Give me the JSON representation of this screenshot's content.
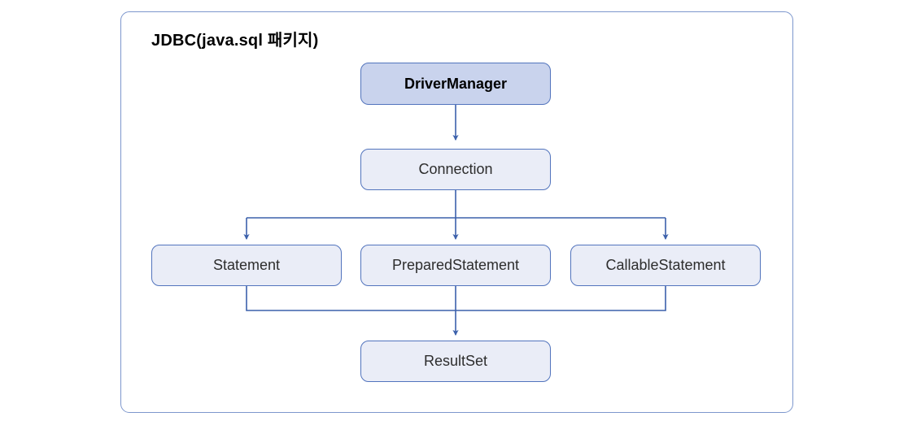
{
  "diagram": {
    "title": "JDBC(java.sql 패키지)",
    "nodes": [
      {
        "id": "driver-manager",
        "label": "DriverManager",
        "emphasis": true
      },
      {
        "id": "connection",
        "label": "Connection",
        "emphasis": false
      },
      {
        "id": "statement",
        "label": "Statement",
        "emphasis": false
      },
      {
        "id": "prepared-statement",
        "label": "PreparedStatement",
        "emphasis": false
      },
      {
        "id": "callable-statement",
        "label": "CallableStatement",
        "emphasis": false
      },
      {
        "id": "result-set",
        "label": "ResultSet",
        "emphasis": false
      }
    ],
    "edges": [
      {
        "from": "DriverManager",
        "to": "Connection"
      },
      {
        "from": "Connection",
        "to": "Statement"
      },
      {
        "from": "Connection",
        "to": "PreparedStatement"
      },
      {
        "from": "Connection",
        "to": "CallableStatement"
      },
      {
        "from": "Statement",
        "to": "ResultSet"
      },
      {
        "from": "PreparedStatement",
        "to": "ResultSet"
      },
      {
        "from": "CallableStatement",
        "to": "ResultSet"
      }
    ],
    "colors": {
      "container_border": "#7d97cd",
      "node_border": "#5274bd",
      "node_fill": "#eaedf7",
      "root_node_fill": "#c9d3ed",
      "connector": "#3c61ab",
      "label_text": "#2d2d2d",
      "title_text": "#000000",
      "background": "#ffffff"
    }
  }
}
